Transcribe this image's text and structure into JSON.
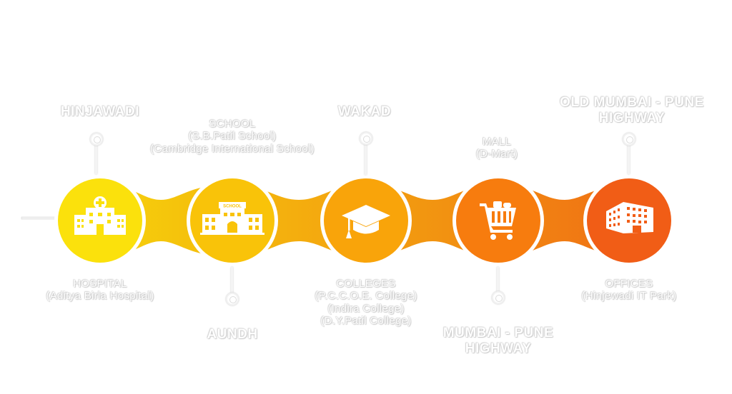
{
  "colors": {
    "c1": "#FBE10C",
    "c2": "#F9C309",
    "c3": "#F9A40A",
    "c4": "#F77C0E",
    "c5": "#F15D16",
    "connector_start": "#F6D20B",
    "connector_end": "#F07014"
  },
  "nodes": [
    {
      "icon": "hospital-icon",
      "icon_label": ""
    },
    {
      "icon": "school-icon",
      "icon_label": "SCHOOL"
    },
    {
      "icon": "graduation-cap-icon",
      "icon_label": ""
    },
    {
      "icon": "shopping-cart-icon",
      "icon_label": ""
    },
    {
      "icon": "office-building-icon",
      "icon_label": ""
    }
  ],
  "top": {
    "hinjawadi": "HINJAWADI",
    "school_title": "SCHOOL",
    "school_1": "(S.B.Patil School)",
    "school_2": "(Cambridge International School)",
    "wakad": "WAKAD",
    "mall_title": "MALL",
    "mall_1": "(D-Mart)",
    "old_highway_1": "OLD MUMBAI - PUNE",
    "old_highway_2": "HIGHWAY"
  },
  "bottom": {
    "hospital_title": "HOSPITAL",
    "hospital_1": "(Aditya Birla Hospital)",
    "aundh": "AUNDH",
    "colleges_title": "COLLEGES",
    "colleges_1": "(P.C.C.O.E. College)",
    "colleges_2": "(Indira College)",
    "colleges_3": "(D.Y.Patil College)",
    "highway_1": "MUMBAI - PUNE",
    "highway_2": "HIGHWAY",
    "offices_title": "OFFICES",
    "offices_1": "(Hinjewadi IT Park)"
  }
}
